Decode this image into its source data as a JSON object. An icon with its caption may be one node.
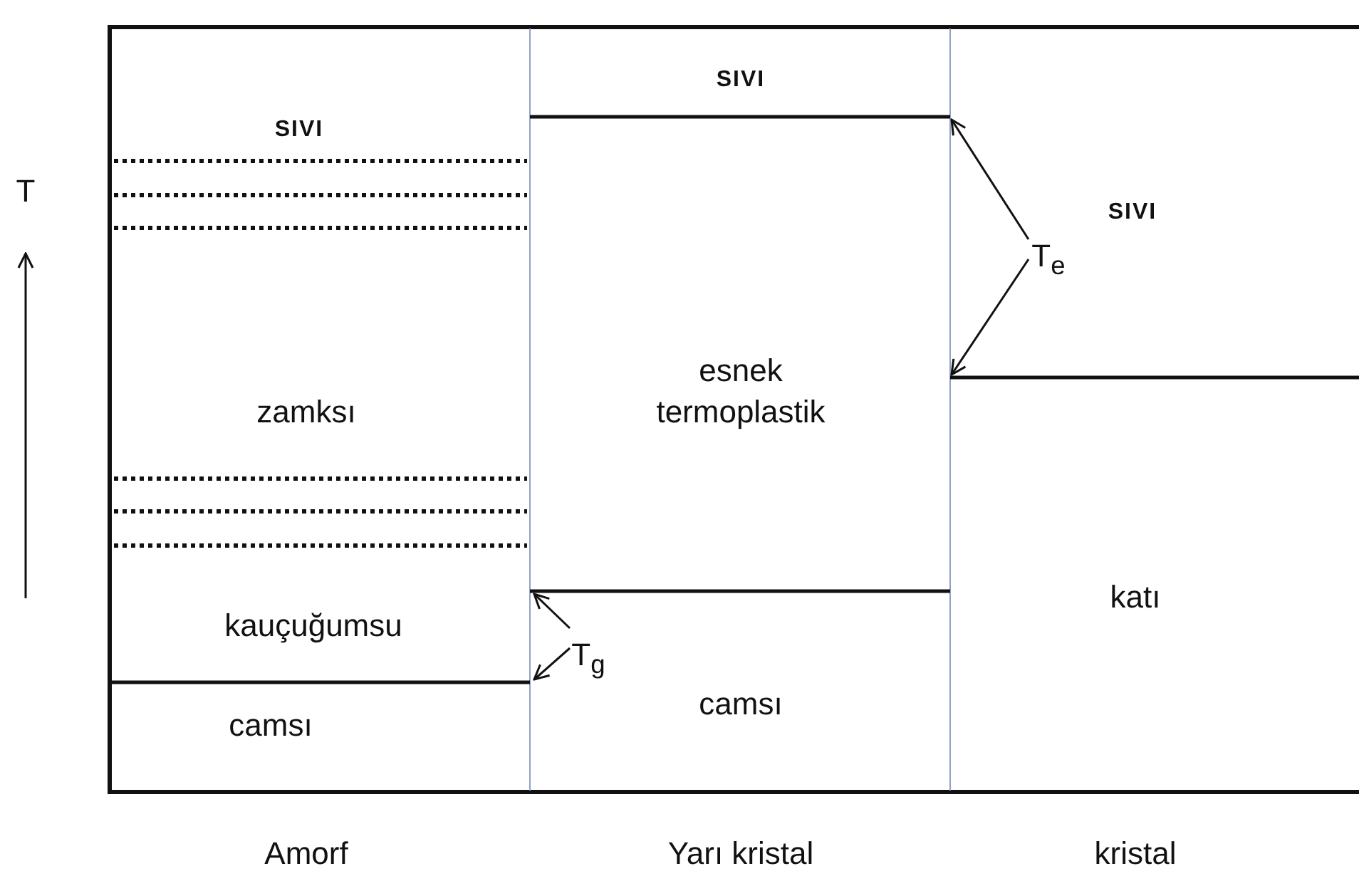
{
  "diagram": {
    "nodes": [
      {
        "text": [
          "T$_{e}$"
        ]
      },
      {
        "text": [
          "T$_{g}$"
        ]
      }
    ],
    "edges": [
      {
        "from": 0,
        "to": null,
        "arrow": "to"
      },
      {
        "from": 0,
        "to": null,
        "arrow": "to"
      },
      {
        "from": 1,
        "to": null,
        "arrow": "to"
      },
      {
        "from": 1,
        "to": null,
        "arrow": "to"
      }
    ],
    "labels": [
      "SIVI",
      "T",
      "SIVI",
      "SIVI",
      "zamksı",
      "esnek termoplastik",
      "kauçuğumsu",
      "katı",
      "camsı",
      "camsı",
      "Amorf",
      "Yarı kristal",
      "kristal"
    ]
  }
}
